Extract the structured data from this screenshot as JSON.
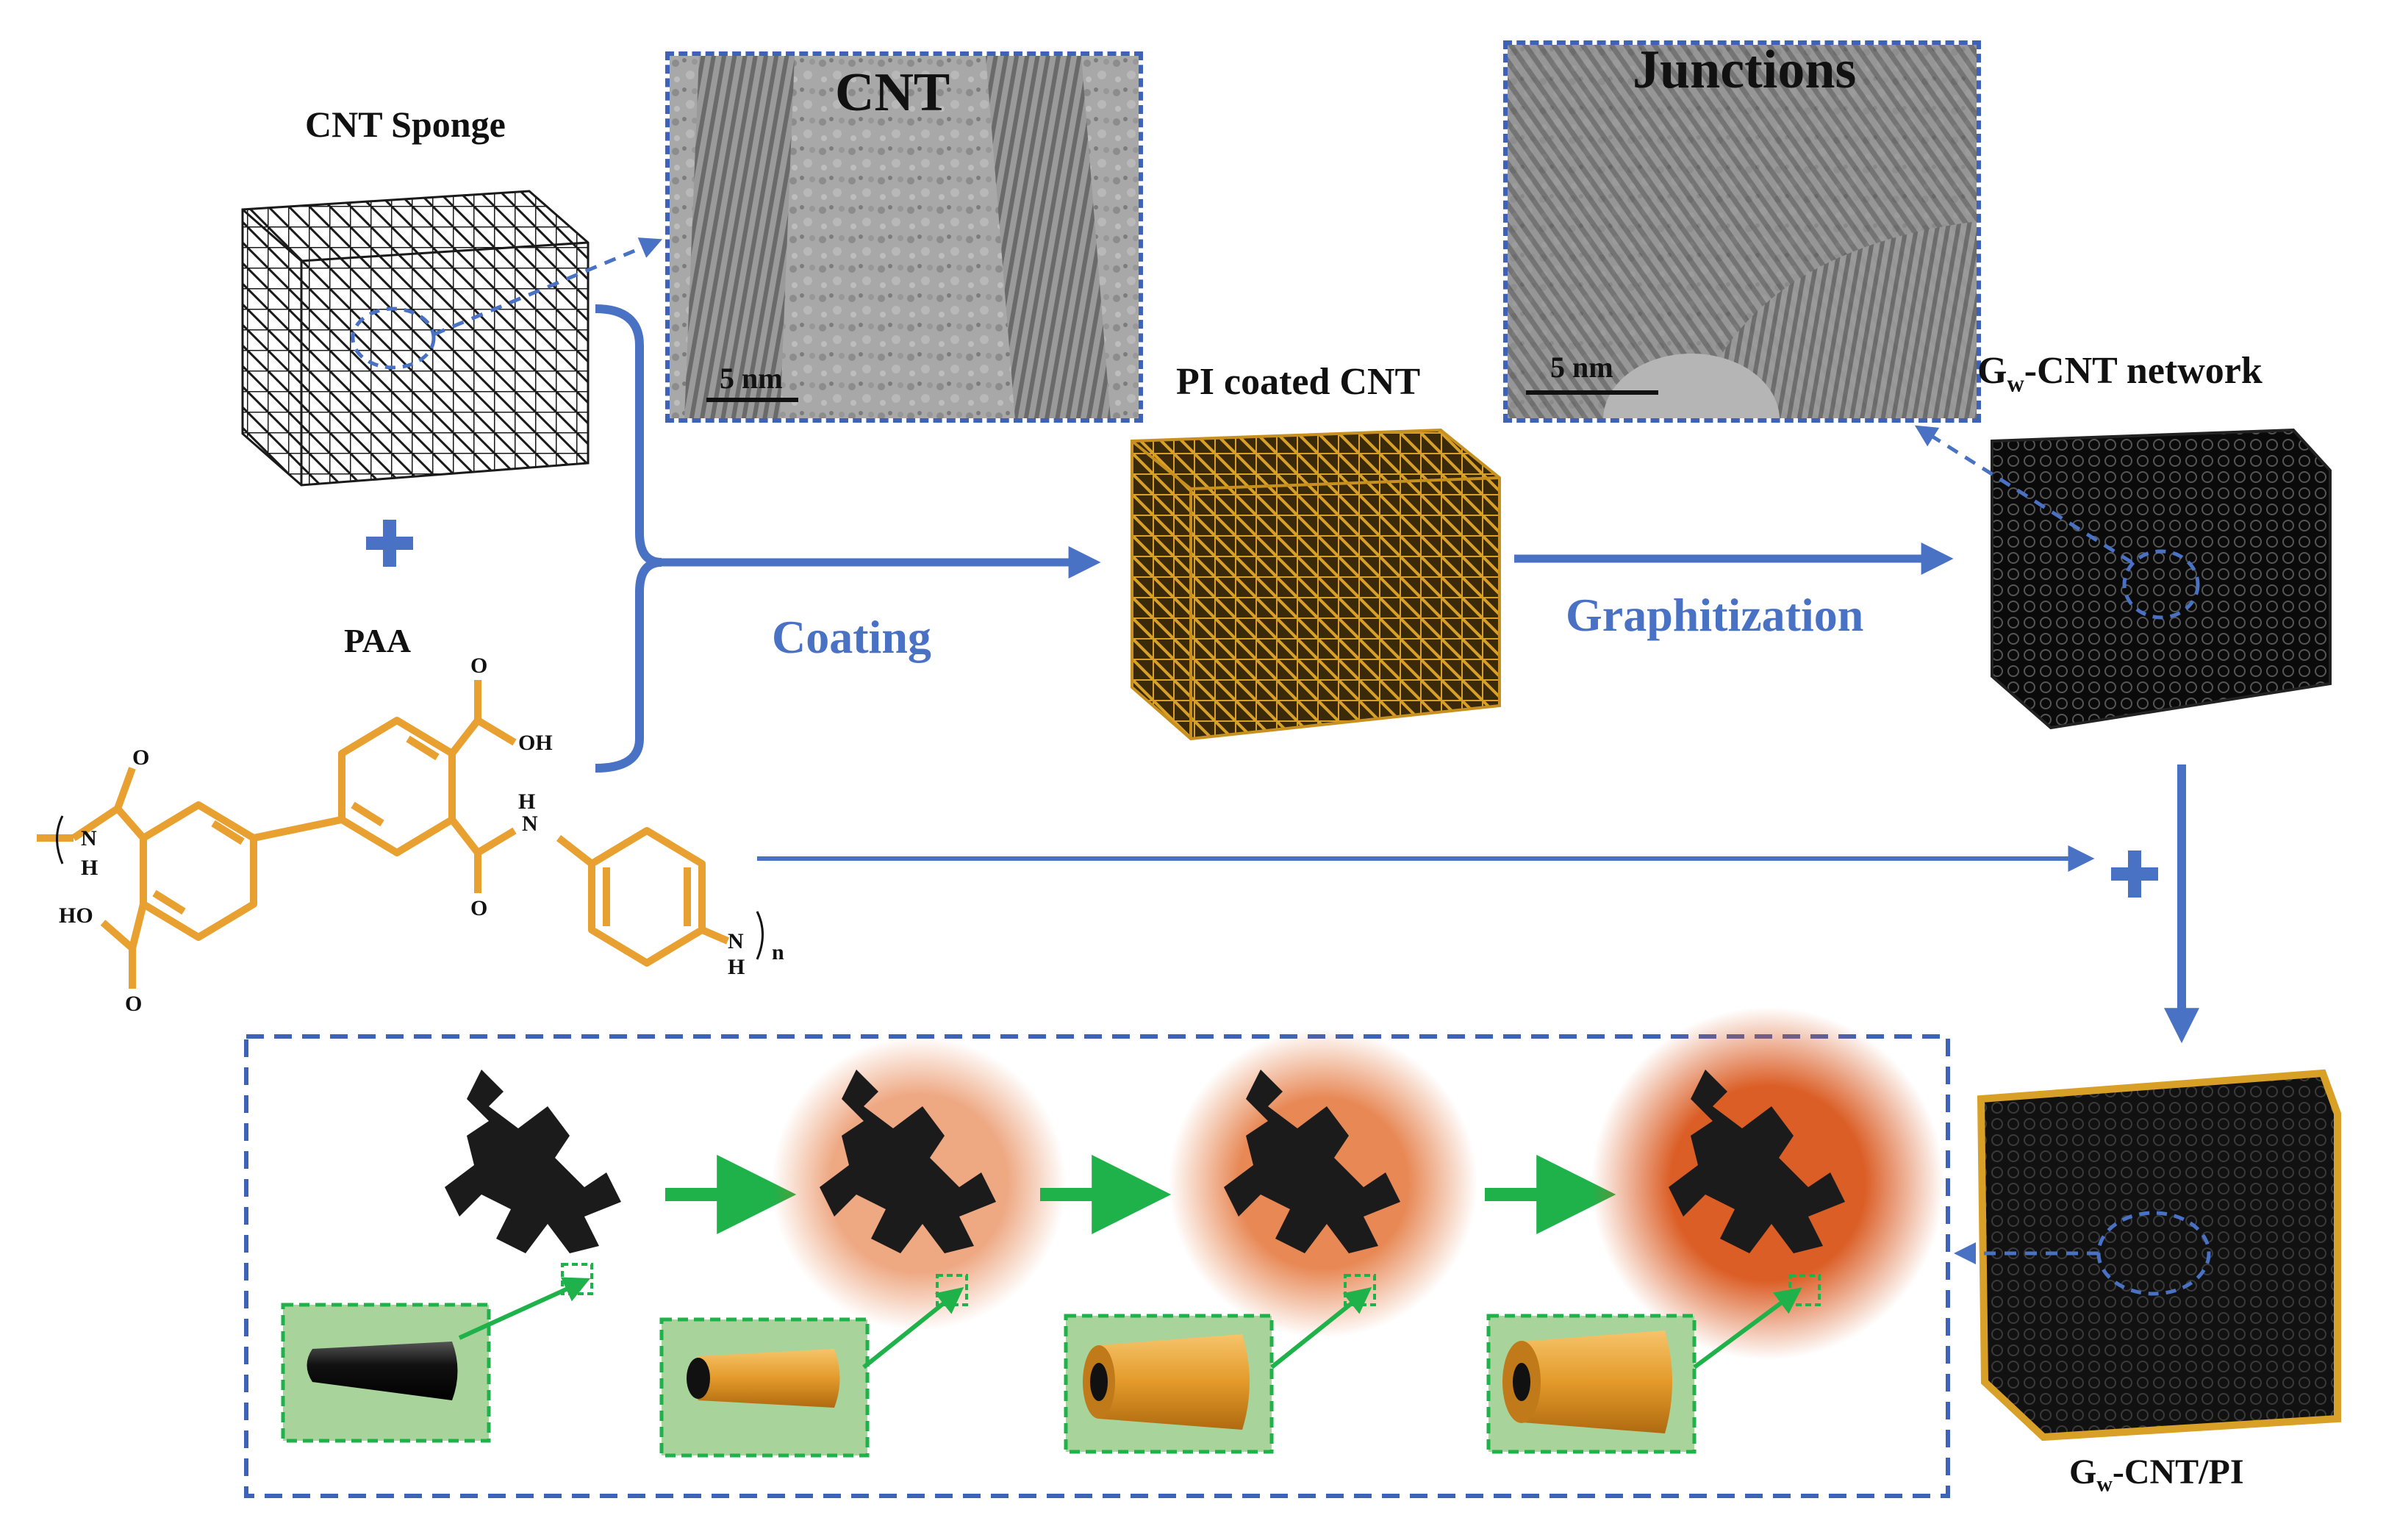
{
  "labels": {
    "cnt_sponge": "CNT Sponge",
    "paa": "PAA",
    "pi_coated": "PI coated CNT",
    "gw_network_g": "G",
    "gw_network_sub": "w",
    "gw_network_rest": "-CNT network",
    "gw_pi_g": "G",
    "gw_pi_sub": "w",
    "gw_pi_rest": "-CNT/PI",
    "coating": "Coating",
    "graphitization": "Graphitization"
  },
  "tem_cnt": {
    "title": "CNT",
    "scale": "5 nm"
  },
  "tem_junctions": {
    "title": "Junctions",
    "scale": "5 nm"
  },
  "chem": {
    "o": "O",
    "oh": "OH",
    "ho": "HO",
    "n": "N",
    "h": "H",
    "sub_n": "n"
  },
  "colors": {
    "arrow_blue": "#4a72c4",
    "panel_blue": "#3e62b8",
    "molecule_orange": "#e8a030",
    "step_green": "#1fb24a",
    "inset_green": "#a8d39a",
    "pi_glow": "#e0601c"
  }
}
